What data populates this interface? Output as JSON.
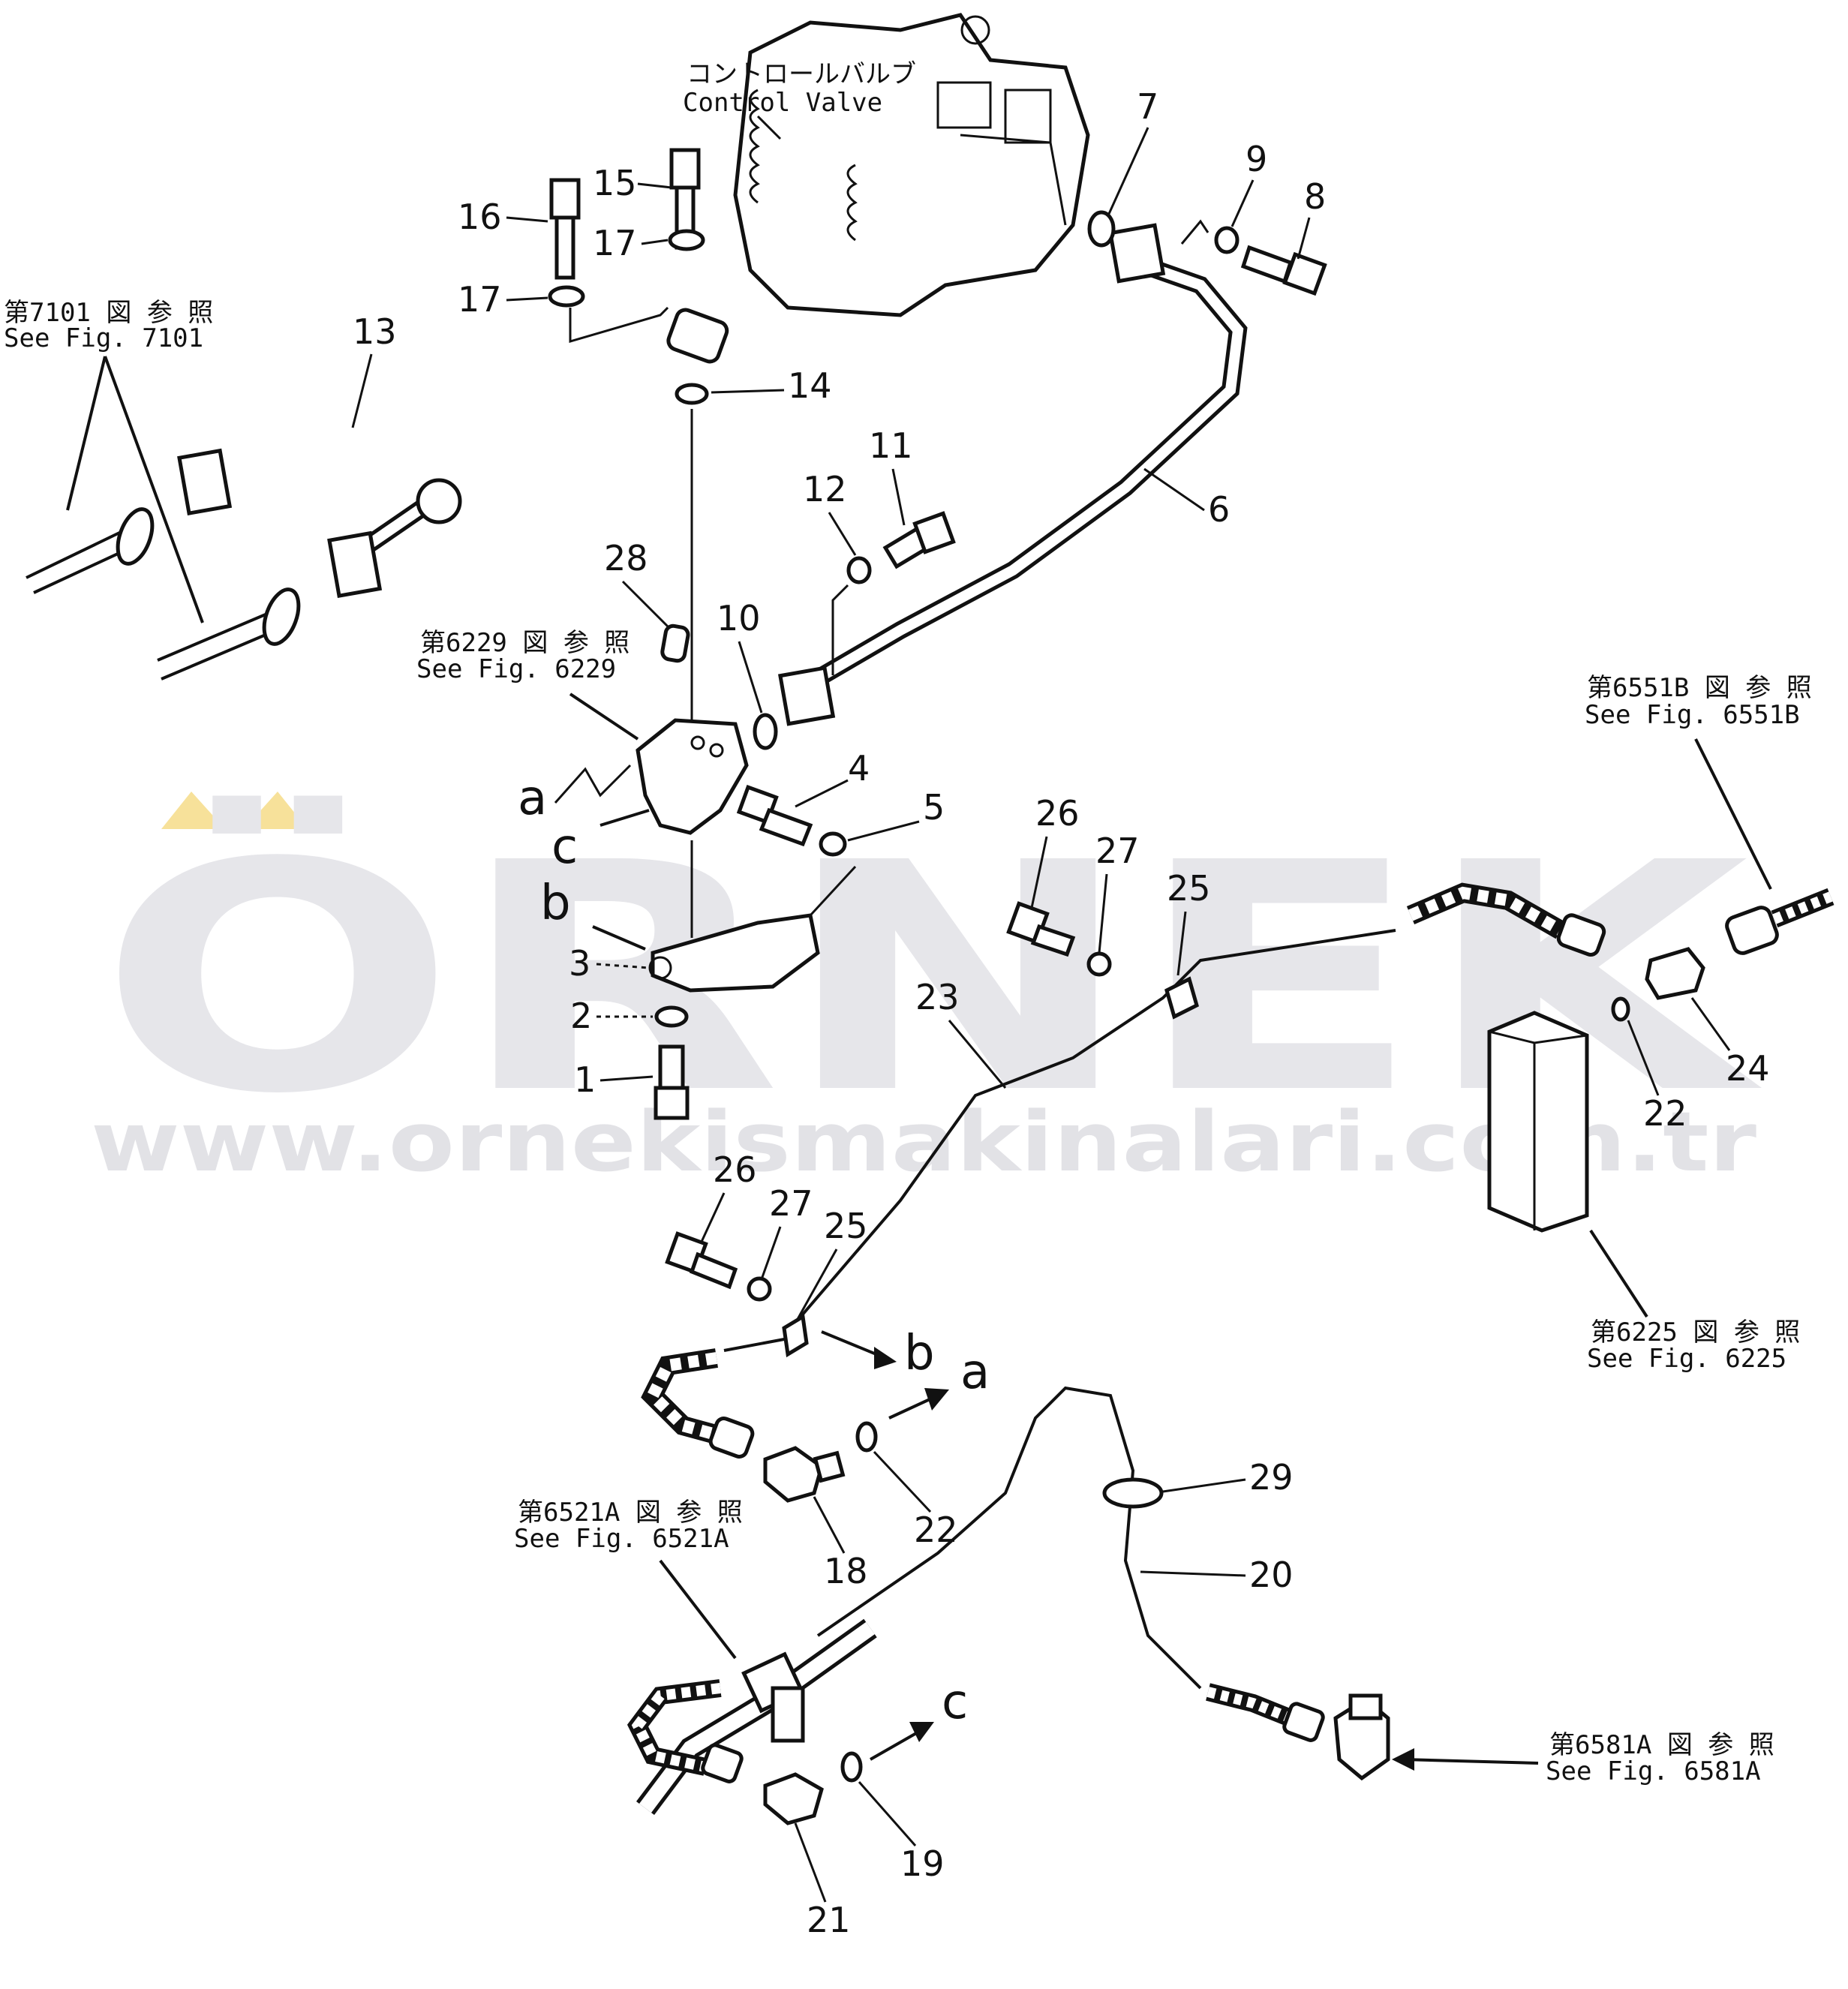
{
  "watermark": {
    "brand": "ÖRNEK",
    "url": "www.ornekismakinalari.com.tr",
    "brand_color": "#e6e6ea",
    "accent_color": "#f7e19a"
  },
  "references": {
    "control_valve_jp": "コントロールバルブ",
    "control_valve_en": "Control Valve",
    "r7101_jp": "第7101 図 参 照",
    "r7101_en": "See Fig. 7101",
    "r6229_jp": "第6229 図 参 照",
    "r6229_en": "See Fig. 6229",
    "r6551b_jp": "第6551B 図 参 照",
    "r6551b_en": "See Fig. 6551B",
    "r6225_jp": "第6225 図 参 照",
    "r6225_en": "See Fig. 6225",
    "r6521a_jp": "第6521A 図 参 照",
    "r6521a_en": "See Fig. 6521A",
    "r6581a_jp": "第6581A 図 参 照",
    "r6581a_en": "See Fig. 6581A"
  },
  "letters": {
    "a": "a",
    "b": "b",
    "c": "c"
  },
  "parts": {
    "p1": "1",
    "p2": "2",
    "p3": "3",
    "p4": "4",
    "p5": "5",
    "p6": "6",
    "p7": "7",
    "p8": "8",
    "p9": "9",
    "p10": "10",
    "p11": "11",
    "p12": "12",
    "p13": "13",
    "p14": "14",
    "p15": "15",
    "p16": "16",
    "p17": "17",
    "p18": "18",
    "p19": "19",
    "p20": "20",
    "p21": "21",
    "p22": "22",
    "p23": "23",
    "p24": "24",
    "p25": "25",
    "p26": "26",
    "p27": "27",
    "p28": "28",
    "p29": "29"
  }
}
